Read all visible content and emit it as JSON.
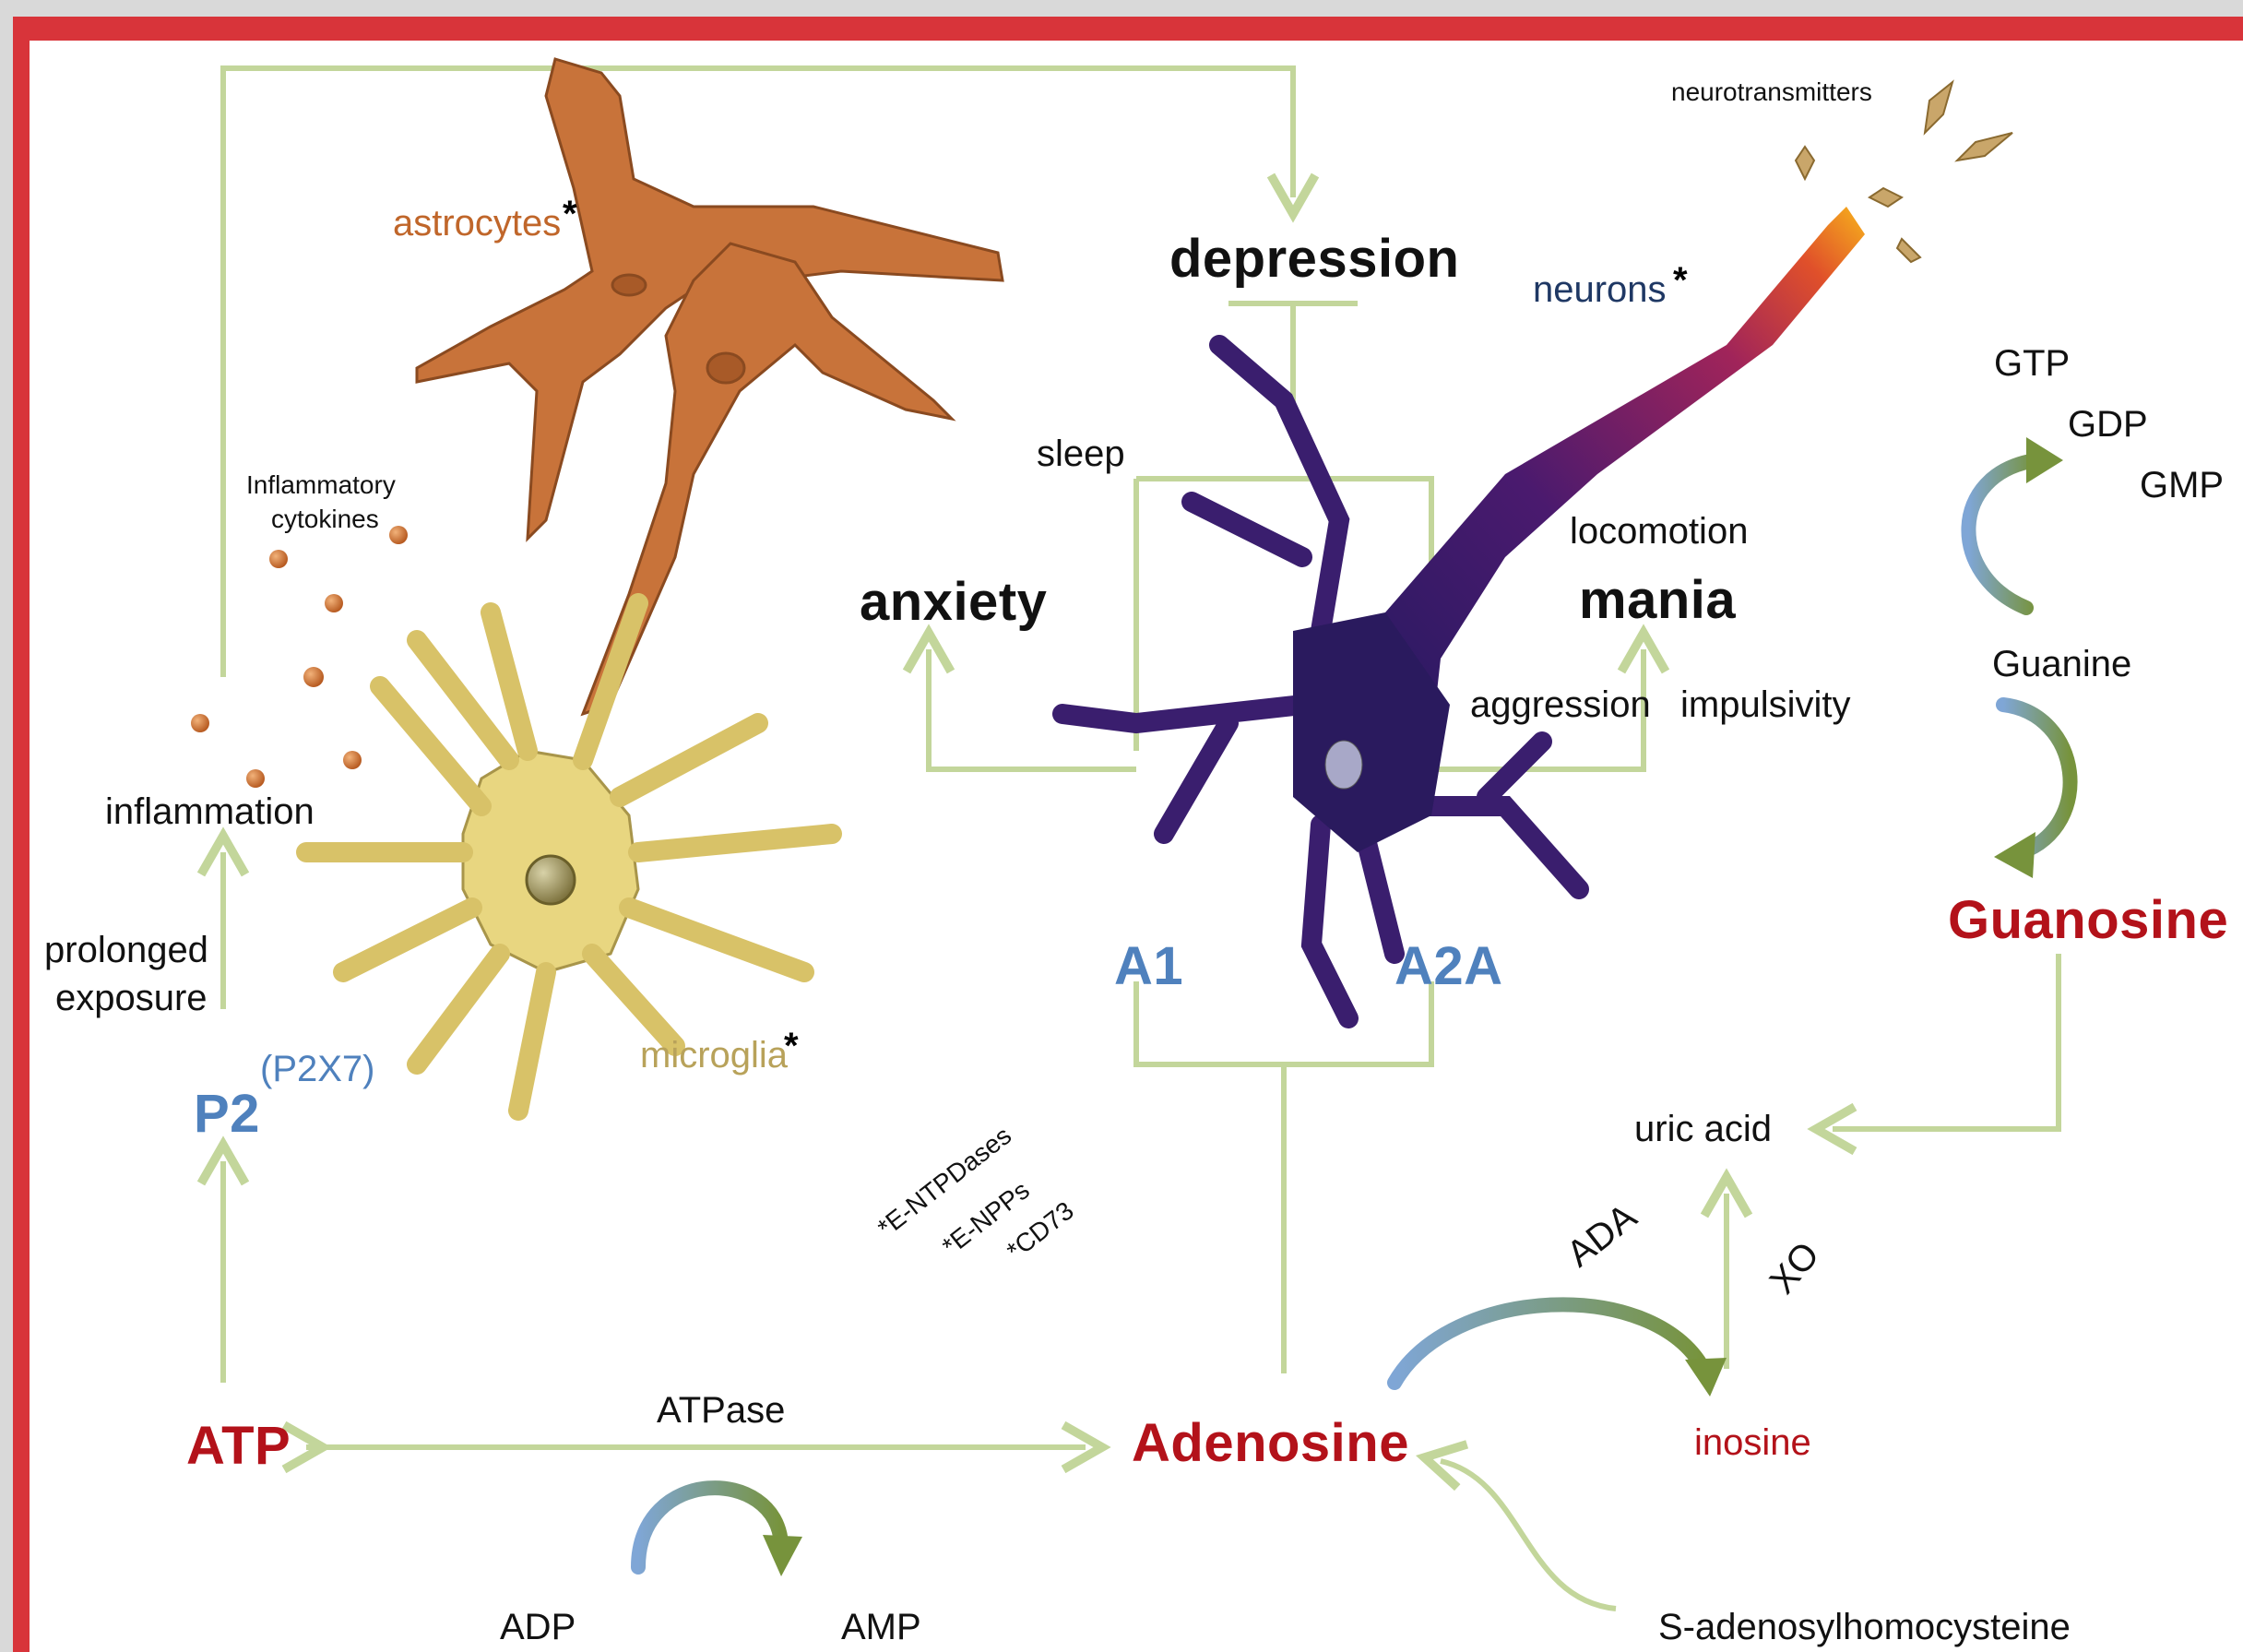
{
  "labels": {
    "neurotransmitters": "neurotransmitters",
    "astrocytes": "astrocytes",
    "astrocytes_star": "*",
    "depression": "depression",
    "neurons": "neurons",
    "neurons_star": "*",
    "sleep": "sleep",
    "inflammatory_cytokines_line1": "Inflammatory",
    "inflammatory_cytokines_line2": "cytokines",
    "anxiety": "anxiety",
    "locomotion": "locomotion",
    "mania": "mania",
    "aggression": "aggression",
    "impulsivity": "impulsivity",
    "inflammation": "inflammation",
    "prolonged": "prolonged",
    "exposure": "exposure",
    "p2x7": "(P2X7)",
    "p2": "P2",
    "microglia": "microglia",
    "microglia_star": "*",
    "a1": "A1",
    "a2a": "A2A",
    "gtp": "GTP",
    "gdp": "GDP",
    "gmp": "GMP",
    "guanine": "Guanine",
    "guanosine": "Guanosine",
    "uric_acid": "uric acid",
    "ada": "ADA",
    "xo": "XO",
    "e_ntpdases": "*E-NTPDases",
    "e_npps": "*E-NPPs",
    "cd73": "*CD73",
    "atpase": "ATPase",
    "atp": "ATP",
    "adenosine": "Adenosine",
    "inosine": "inosine",
    "adp": "ADP",
    "amp": "AMP",
    "s_adenosylhomocysteine": "S-adenosylhomocysteine"
  },
  "colors": {
    "frame": "#d8343a",
    "arrow_green": "#c3d69b",
    "red_text": "#b3121a",
    "blue_text": "#4f81bd",
    "astrocyte_text": "#c0662a",
    "neuron_text": "#1f3864",
    "microglia_text": "#b8a25a",
    "astrocyte_fill": "#c8733a",
    "microglia_fill": "#e8d680",
    "neuron_fill": "#3a1e6e"
  },
  "icons": [
    "astrocyte-cell-icon",
    "microglia-cell-icon",
    "neuron-cell-icon",
    "neurotransmitter-crystal-icon",
    "cytokine-bead-icon"
  ]
}
